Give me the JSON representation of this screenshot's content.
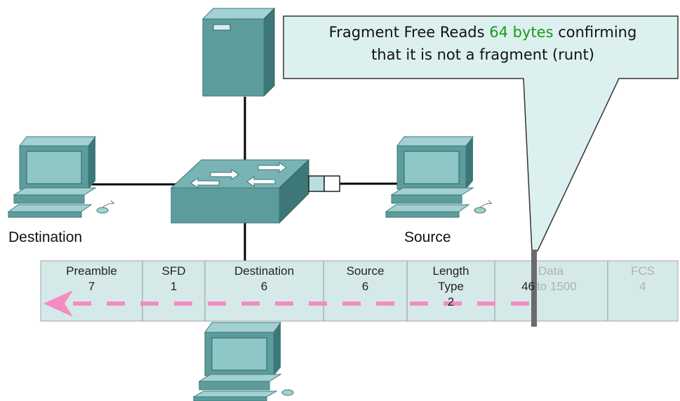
{
  "callout": {
    "line1_prefix": "Fragment Free Reads ",
    "line1_highlight": "64 bytes",
    "line1_suffix": " confirming",
    "line2": "that it is not a fragment (runt)"
  },
  "labels": {
    "destination": "Destination",
    "source": "Source"
  },
  "frame": {
    "fields": [
      {
        "name": "Preamble",
        "size": "7",
        "faded": false
      },
      {
        "name": "SFD",
        "size": "1",
        "faded": false
      },
      {
        "name": "Destination",
        "size": "6",
        "faded": false
      },
      {
        "name": "Source",
        "size": "6",
        "faded": false
      },
      {
        "name": "Length",
        "size": "Type",
        "size2": "2",
        "faded": false
      },
      {
        "name": "",
        "size": "46",
        "faded": false
      },
      {
        "name": "Data",
        "size": "to 1500",
        "faded": true
      },
      {
        "name": "FCS",
        "size": "4",
        "faded": true
      }
    ]
  },
  "colors": {
    "device_light": "#8fc7c7",
    "device_mid": "#5d9c9c",
    "device_dark": "#3d7777",
    "frame_fill": "#d6e9e9",
    "callout_fill": "#ddf0f0",
    "arrow": "#f48cc4",
    "highlight": "#1a9a1a"
  }
}
